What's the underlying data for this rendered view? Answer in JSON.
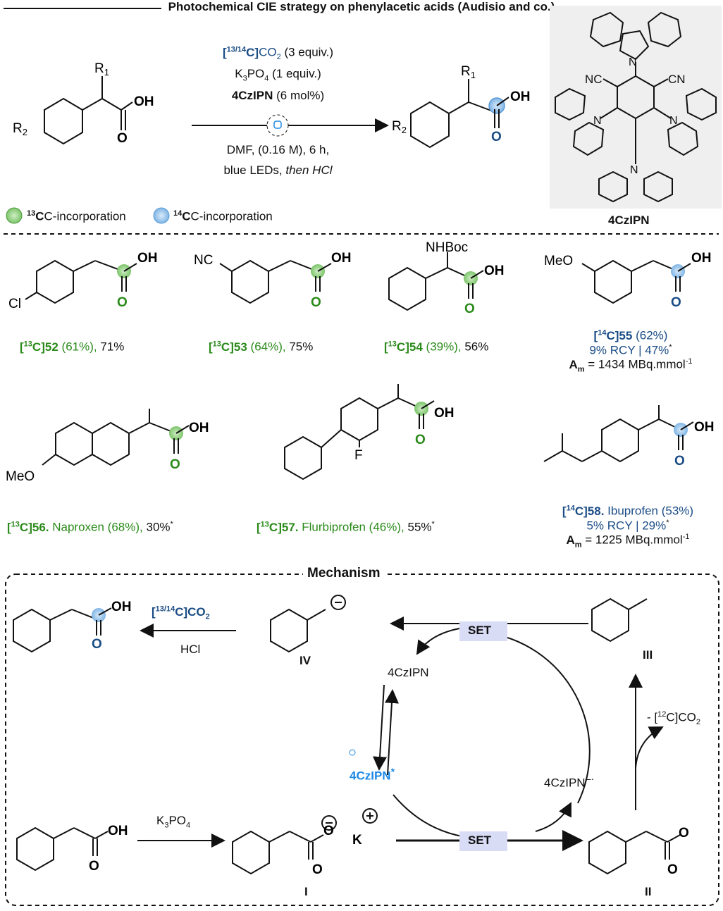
{
  "title": "Photochemical CIE strategy on phenylacetic acids (Audisio and co.)",
  "conditions": {
    "reagent_iso": "13/14",
    "reagent_c": "C]",
    "reagent_co2": "CO",
    "reagent_equiv": "(3 equiv.)",
    "base": "K",
    "base_rest": "PO",
    "base_equiv": "(1 equiv.)",
    "catalyst": "4CzIPN",
    "catalyst_load": "(6 mol%)",
    "solvent": "DMF, (0.16 M), 6 h,",
    "light": "blue LEDs,",
    "workup": "then HCl"
  },
  "legend": {
    "c13": "C-incorporation",
    "c13_iso": "13",
    "c14": "C-incorporation",
    "c14_iso": "14"
  },
  "catalyst_label": "4CzIPN",
  "products": {
    "p52": {
      "iso": "13",
      "id": "52",
      "yield": "(61%),",
      "rest": "71%"
    },
    "p53": {
      "iso": "13",
      "id": "53",
      "yield": "(64%),",
      "rest": "75%"
    },
    "p54": {
      "iso": "13",
      "id": "54",
      "yield": "(39%),",
      "rest": "56%"
    },
    "p55": {
      "iso": "14",
      "id": "55",
      "yield": "(62%)",
      "rcy": "9% RCY | 47%",
      "am": "= 1434 MBq.mmol"
    },
    "p56": {
      "iso": "13",
      "id": "56.",
      "name": "Naproxen (68%),",
      "rest": "30%"
    },
    "p57": {
      "iso": "13",
      "id": "57.",
      "name": "Flurbiprofen (46%),",
      "rest": "55%"
    },
    "p58": {
      "iso": "14",
      "id": "58.",
      "name": "Ibuprofen (53%)",
      "rcy": "5% RCY | 29%",
      "am": "= 1225 MBq.mmol"
    }
  },
  "mechanism": {
    "title": "Mechanism",
    "co2_iso": "13/14",
    "co2": "C]CO",
    "hcl": "HCl",
    "set": "SET",
    "cat_ground": "4CzIPN",
    "cat_excited": "4CzIPN",
    "cat_reduced": "4CzIPN",
    "base": "K",
    "base_rest": "PO",
    "loss": "- [",
    "loss_iso": "12",
    "loss_rest": "C]CO",
    "label_I": "I",
    "label_II": "II",
    "label_III": "III",
    "label_IV": "IV",
    "counter_k": "K"
  },
  "colors": {
    "green": "#2a8a1a",
    "blue": "#1a4c85",
    "accent_blue": "#1e88e5",
    "set_box": "#d9dcf5"
  }
}
